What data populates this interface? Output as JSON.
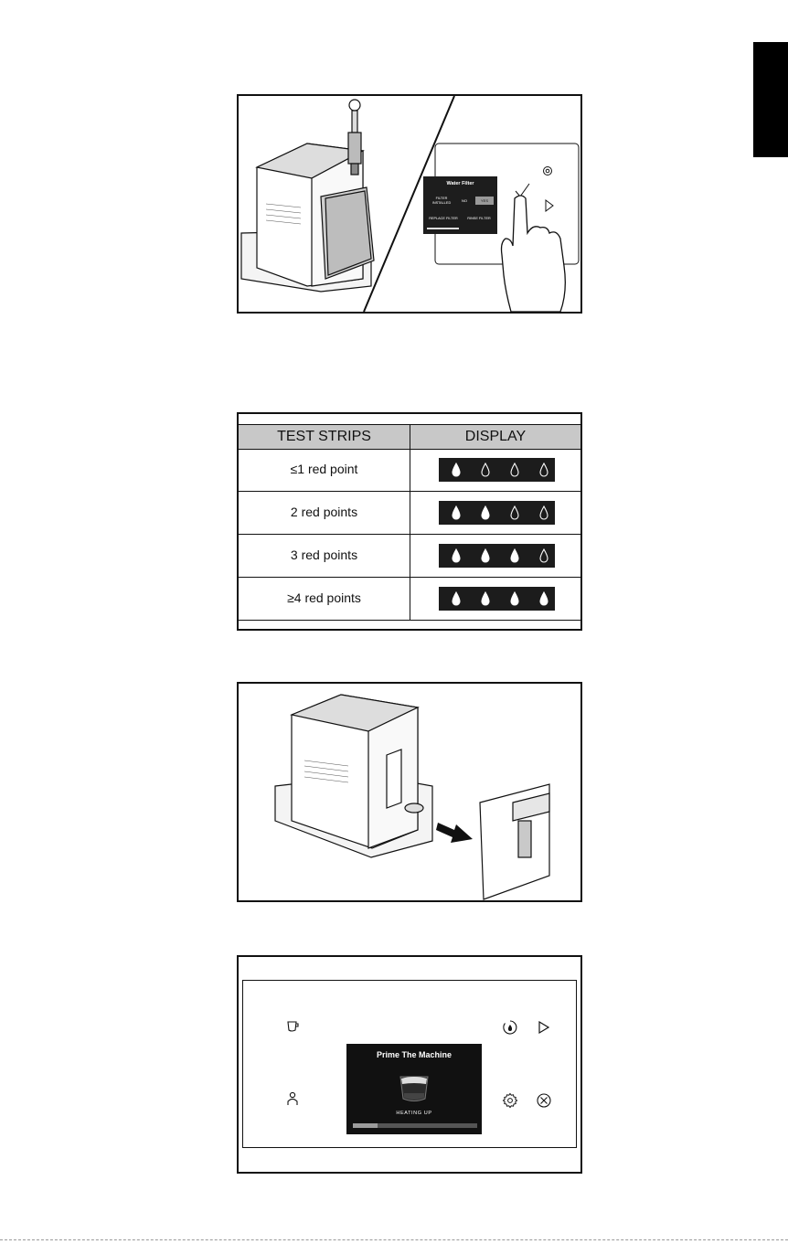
{
  "water_filter_screen": {
    "title": "Water Filter",
    "question": "FILTER INSTALLED",
    "no_label": "NO",
    "yes_label": "YES",
    "replace_label": "REPLACE FILTER",
    "rinse_label": "RINSE FILTER"
  },
  "hardness_table": {
    "header_left": "TEST STRIPS",
    "header_right": "DISPLAY",
    "rows": [
      {
        "label": "≤1 red point",
        "filled_drops": 1
      },
      {
        "label": "2 red points",
        "filled_drops": 2
      },
      {
        "label": "3 red points",
        "filled_drops": 3
      },
      {
        "label": "≥4 red points",
        "filled_drops": 4
      }
    ],
    "total_drops": 4
  },
  "console_screen": {
    "title": "Prime The Machine",
    "status": "HEATING UP",
    "progress": 0.2
  },
  "icons": [
    "gear-icon",
    "play-icon",
    "checkmark-icon",
    "cup-icon",
    "person-icon",
    "rinse-icon",
    "cancel-icon",
    "water-drop-icon"
  ]
}
